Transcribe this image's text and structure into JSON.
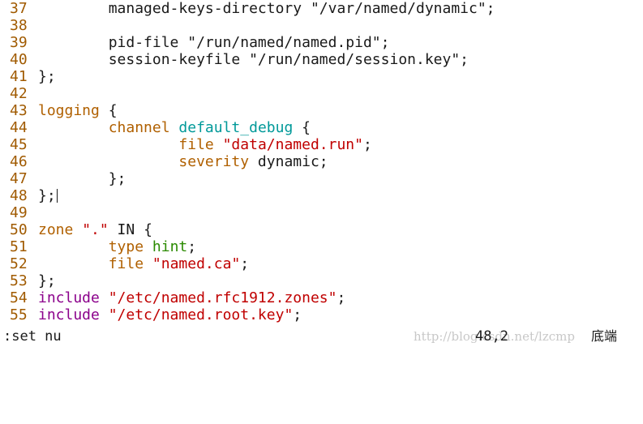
{
  "editor": {
    "lines": [
      {
        "num": "37",
        "segs": [
          {
            "t": "        managed-keys-directory \"/var/named/dynamic\";",
            "c": "plain"
          }
        ]
      },
      {
        "num": "38",
        "segs": []
      },
      {
        "num": "39",
        "segs": [
          {
            "t": "        pid-file \"/run/named/named.pid\";",
            "c": "plain"
          }
        ]
      },
      {
        "num": "40",
        "segs": [
          {
            "t": "        session-keyfile \"/run/named/session.key\";",
            "c": "plain"
          }
        ]
      },
      {
        "num": "41",
        "segs": [
          {
            "t": "};",
            "c": "plain"
          }
        ]
      },
      {
        "num": "42",
        "segs": []
      },
      {
        "num": "43",
        "segs": [
          {
            "t": "logging",
            "c": "type"
          },
          {
            "t": " {",
            "c": "plain"
          }
        ]
      },
      {
        "num": "44",
        "segs": [
          {
            "t": "        ",
            "c": "plain"
          },
          {
            "t": "channel",
            "c": "type"
          },
          {
            "t": " ",
            "c": "plain"
          },
          {
            "t": "default_debug",
            "c": "ident"
          },
          {
            "t": " {",
            "c": "plain"
          }
        ]
      },
      {
        "num": "45",
        "segs": [
          {
            "t": "                ",
            "c": "plain"
          },
          {
            "t": "file",
            "c": "type"
          },
          {
            "t": " ",
            "c": "plain"
          },
          {
            "t": "\"data/named.run\"",
            "c": "string"
          },
          {
            "t": ";",
            "c": "plain"
          }
        ]
      },
      {
        "num": "46",
        "segs": [
          {
            "t": "                ",
            "c": "plain"
          },
          {
            "t": "severity",
            "c": "type"
          },
          {
            "t": " dynamic;",
            "c": "plain"
          }
        ]
      },
      {
        "num": "47",
        "segs": [
          {
            "t": "        };",
            "c": "plain"
          }
        ]
      },
      {
        "num": "48",
        "segs": [
          {
            "t": "};",
            "c": "plain"
          }
        ],
        "cursor": true
      },
      {
        "num": "49",
        "segs": []
      },
      {
        "num": "50",
        "segs": [
          {
            "t": "zone",
            "c": "type"
          },
          {
            "t": " ",
            "c": "plain"
          },
          {
            "t": "\".\"",
            "c": "string"
          },
          {
            "t": " IN {",
            "c": "plain"
          }
        ]
      },
      {
        "num": "51",
        "segs": [
          {
            "t": "        ",
            "c": "plain"
          },
          {
            "t": "type",
            "c": "type"
          },
          {
            "t": " ",
            "c": "plain"
          },
          {
            "t": "hint",
            "c": "green"
          },
          {
            "t": ";",
            "c": "plain"
          }
        ]
      },
      {
        "num": "52",
        "segs": [
          {
            "t": "        ",
            "c": "plain"
          },
          {
            "t": "file",
            "c": "type"
          },
          {
            "t": " ",
            "c": "plain"
          },
          {
            "t": "\"named.ca\"",
            "c": "string"
          },
          {
            "t": ";",
            "c": "plain"
          }
        ]
      },
      {
        "num": "53",
        "segs": [
          {
            "t": "};",
            "c": "plain"
          }
        ]
      },
      {
        "num": "54",
        "segs": [
          {
            "t": "include",
            "c": "keyword"
          },
          {
            "t": " ",
            "c": "plain"
          },
          {
            "t": "\"/etc/named.rfc1912.zones\"",
            "c": "string"
          },
          {
            "t": ";",
            "c": "plain"
          }
        ]
      },
      {
        "num": "55",
        "segs": [
          {
            "t": "include",
            "c": "keyword"
          },
          {
            "t": " ",
            "c": "plain"
          },
          {
            "t": "\"/etc/named.root.key\"",
            "c": "string"
          },
          {
            "t": ";",
            "c": "plain"
          }
        ]
      }
    ]
  },
  "statusbar": {
    "command": ":set nu",
    "position": "48,2",
    "scroll": "底端",
    "watermark": "http://blog.csdn.net/lzcmp"
  },
  "colors": {
    "line_number": "#a05a00",
    "type": "#b06000",
    "string": "#c00000",
    "identifier": "#009999",
    "keyword": "#8b008b",
    "green": "#2a8a00"
  }
}
